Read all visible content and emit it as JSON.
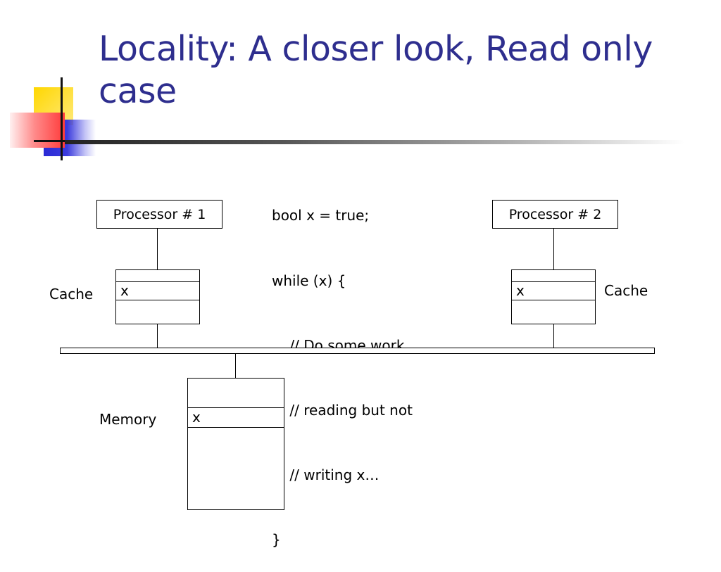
{
  "slide": {
    "title": "Locality: A closer look, Read only case",
    "code_lines": [
      "bool x = true;",
      "while (x) {",
      "    // Do some work",
      "    // reading but not",
      "    // writing x…",
      "}"
    ]
  },
  "diagram": {
    "processor1_label": "Processor # 1",
    "processor2_label": "Processor # 2",
    "cache1_label": "Cache",
    "cache2_label": "Cache",
    "cache1_entry": "x",
    "cache2_entry": "x",
    "memory_label": "Memory",
    "memory_entry": "x"
  },
  "colors": {
    "title": "#2e2e8e",
    "logo_yellow": "#ffd700",
    "logo_blue": "#2a2ad6",
    "logo_red": "#ff3a3a"
  }
}
